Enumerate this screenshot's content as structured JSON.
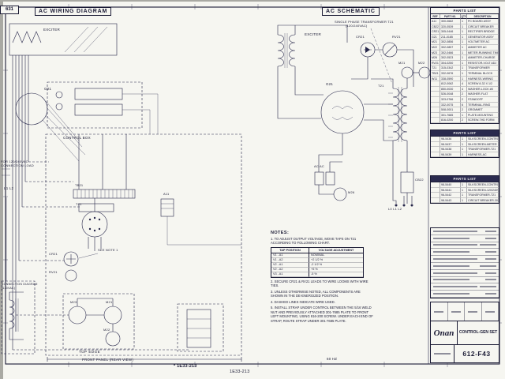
{
  "sheet": {
    "zone_ref": "631",
    "bottom_ref_1": "* 1E33-213",
    "bottom_ref_2": "1E33-213",
    "freq_note": "60 HZ"
  },
  "wiring": {
    "title": "AC WIRING DIAGRAM",
    "exciter": "EXCITER",
    "control_box": "CONTROL BOX",
    "g21": "G21",
    "tb21": "TB21",
    "t21": "T21",
    "a11": "A11",
    "cr21": "CR21",
    "rv21": "RV21",
    "see_note_1": "SEE NOTE 1",
    "m23": "M23",
    "m21": "M21",
    "m22": "M22",
    "top_edge": "TOP EDGE",
    "front_panel": "FRONT PANEL (REAR VIEW)",
    "margin_line1": "FOR 120/240VAC",
    "margin_line2": "CONNECTION LOAD",
    "margin_l1l2": "L1 L2",
    "conn_diag_1": "CONNECTION DIAGRAM",
    "conn_diag_2": "(120VAC)"
  },
  "schematic": {
    "title": "AC SCHEMATIC",
    "subtitle_1": "SINGLE PHASE TRANSFORMER T21",
    "subtitle_2": "(120/240VAC)",
    "exciter": "EXCITER",
    "cr21": "CR21",
    "rv21": "RV21",
    "g21": "G21",
    "t21": "T21",
    "m21": "M21",
    "m22": "M22",
    "m26": "M26",
    "cb22": "CB22",
    "ac_ac": "AC AC",
    "terminals": "L0  L1 L2"
  },
  "notes": {
    "heading": "NOTES:",
    "note1": "1. TO ADJUST OUTPUT VOLTAGE, MOVE TAPS ON T21 ACCORDING TO FOLLOWING CHART.",
    "tap_chart": {
      "col1": "TAP POSITION",
      "col2": "VOLTAGE ADJUSTMENT",
      "rows": [
        {
          "tap": "V1 - A1",
          "adj": "NOMINAL"
        },
        {
          "tap": "V1 - A2",
          "adj": "+2 1/2 %"
        },
        {
          "tap": "V2 - A1",
          "adj": "-2 1/2 %"
        },
        {
          "tap": "V2 - A2",
          "adj": "+5 %"
        },
        {
          "tap": "V3 - A1",
          "adj": "-5 %"
        }
      ]
    },
    "items": [
      "2. SECURE CR21 & RV21 LEADS TO WIRE LOOMS WITH WIRE TIES.",
      "3. UNLESS OTHERWISE NOTED, ALL COMPONENTS ARE SHOWN IN THE DE-ENERGIZED POSITION.",
      "4. DASHED LINES INDICATE WIRE USED.",
      "5. INSTALL STRAP UNDER CONTROL BETWEEN THE 5/16 WELD NUT AND PREVIOUSLY ATTACHED 301-7685 PLATE TO FRONT LEFT MOUNTING, USING 816-200 SCREW. UNDER EACH END OF STRAP, ROUTE STRAP UNDER 301-7685 PLATE."
    ]
  },
  "parts_list": {
    "header": "PARTS LIST",
    "columns": {
      "ref": "REF",
      "part": "PART NO.",
      "qty": "QTY",
      "desc": "DESCRIPTION"
    },
    "rows": [
      {
        "ref": "A11",
        "part": "300-0682",
        "qty": "1",
        "desc": "PC BOARD ASSY"
      },
      {
        "ref": "CB22",
        "part": "320-0539",
        "qty": "1",
        "desc": "CIRCUIT BREAKER"
      },
      {
        "ref": "CR21",
        "part": "305-0446",
        "qty": "1",
        "desc": "RECTIFIER BRIDGE"
      },
      {
        "ref": "G21",
        "part": "211-0185",
        "qty": "1",
        "desc": "GENERATOR ASSY"
      },
      {
        "ref": "M21",
        "part": "302-0856",
        "qty": "1",
        "desc": "VOLTMETER AC"
      },
      {
        "ref": "M22",
        "part": "302-0857",
        "qty": "1",
        "desc": "AMMETER AC"
      },
      {
        "ref": "M23",
        "part": "302-0466",
        "qty": "1",
        "desc": "METER-RUNNING TIME"
      },
      {
        "ref": "M26",
        "part": "302-0523",
        "qty": "1",
        "desc": "AMMETER-CHARGE"
      },
      {
        "ref": "RV21",
        "part": "304-0250",
        "qty": "1",
        "desc": "RESISTOR-VOLT ADJ"
      },
      {
        "ref": "T21",
        "part": "315-0342",
        "qty": "1",
        "desc": "TRANSFORMER"
      },
      {
        "ref": "TB21",
        "part": "332-0676",
        "qty": "1",
        "desc": "TERMINAL BLOCK"
      },
      {
        "ref": "W11",
        "part": "338-0590",
        "qty": "1",
        "desc": "HARNESS-WIRING"
      },
      {
        "ref": "",
        "part": "812-0062",
        "qty": "4",
        "desc": "SCREW 8-32 X 1/2"
      },
      {
        "ref": "",
        "part": "850-0030",
        "qty": "4",
        "desc": "WASHER-LOCK #8"
      },
      {
        "ref": "",
        "part": "526-0048",
        "qty": "2",
        "desc": "WASHER-FLAT"
      },
      {
        "ref": "",
        "part": "323-0766",
        "qty": "2",
        "desc": "STANDOFF"
      },
      {
        "ref": "",
        "part": "332-0075",
        "qty": "6",
        "desc": "TERMINAL-RING"
      },
      {
        "ref": "",
        "part": "508-0001",
        "qty": "2",
        "desc": "GROMMET"
      },
      {
        "ref": "",
        "part": "301-7685",
        "qty": "1",
        "desc": "PLATE-MOUNTING"
      },
      {
        "ref": "",
        "part": "816-0200",
        "qty": "2",
        "desc": "SCREW-THD FORM"
      }
    ],
    "group2_header": "PARTS LIST",
    "group2_rows": [
      {
        "ref": "",
        "part": "98-5436",
        "qty": "1",
        "desc": "SILKSCREEN-CONTROL"
      },
      {
        "ref": "",
        "part": "98-5437",
        "qty": "1",
        "desc": "SILKSCREEN-METER"
      },
      {
        "ref": "",
        "part": "98-5438",
        "qty": "1",
        "desc": "TRANSFORMER-T21"
      },
      {
        "ref": "",
        "part": "98-5439",
        "qty": "1",
        "desc": "HARNESS-AC"
      }
    ],
    "group3_header": "PARTS LIST",
    "group3_rows": [
      {
        "ref": "",
        "part": "98-5440",
        "qty": "1",
        "desc": "SILKSCREEN-CONTROL"
      },
      {
        "ref": "",
        "part": "98-5441",
        "qty": "1",
        "desc": "SILKSCREEN-120/240V"
      },
      {
        "ref": "",
        "part": "98-5442",
        "qty": "1",
        "desc": "TRANSFORMER-T21"
      },
      {
        "ref": "",
        "part": "98-5443",
        "qty": "1",
        "desc": "CIRCUIT BREAKER-30A"
      }
    ]
  },
  "title_block": {
    "company": "Onan",
    "drawing_title": "CONTROL-GEN SET",
    "drawing_number": "612-F43"
  }
}
